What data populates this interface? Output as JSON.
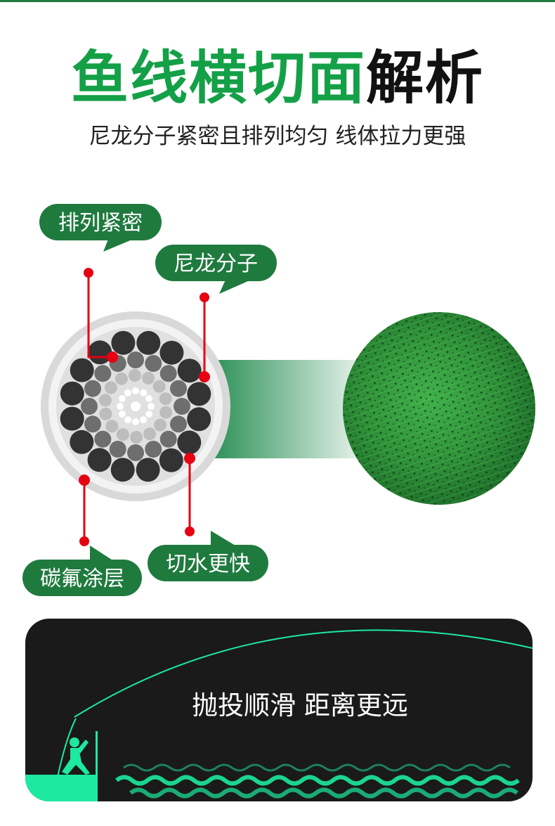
{
  "header": {
    "title_green": "鱼线横切面",
    "title_dark": "解析",
    "subtitle": "尼龙分子紧密且排列均匀 线体拉力更强"
  },
  "callouts": {
    "arrangement": "排列紧密",
    "nylon": "尼龙分子",
    "coating": "碳氟涂层",
    "water_cutting": "切水更快"
  },
  "promo": {
    "text": "抛投顺滑 距离更远"
  },
  "colors": {
    "brand_green": "#1f7a3e",
    "title_green": "#14a047",
    "pointer_red": "#e60012",
    "accent_teal": "#1de9a0"
  },
  "icons": {
    "cross_section": "fishing-line-cross-section-icon",
    "line_texture": "line-spool-texture-icon",
    "angler": "angler-casting-icon",
    "waves": "water-waves-icon"
  }
}
